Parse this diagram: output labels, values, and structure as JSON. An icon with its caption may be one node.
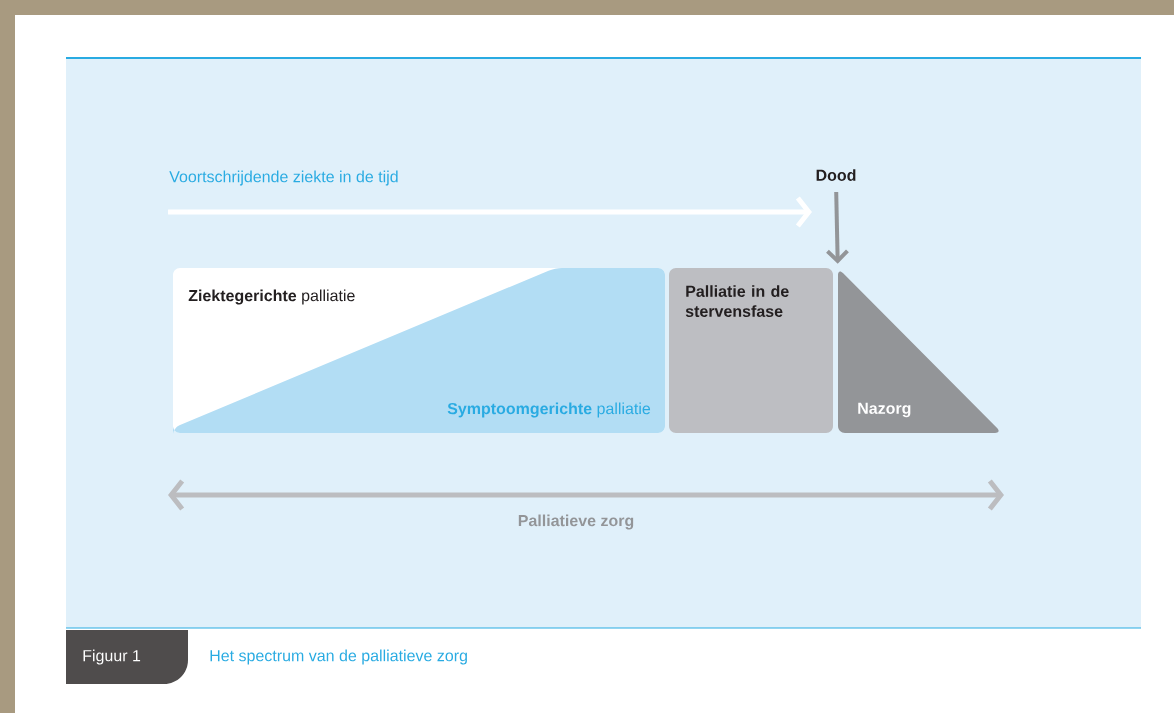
{
  "diagram": {
    "caption": "Het spectrum van de palliatieve zorg",
    "nodes": [
      {
        "text": [
          "**Ziektegerichte** palliatie",
          "**Symptoomgerichte** palliatie"
        ]
      },
      {
        "text": [
          "Palliatie in de stervensfase"
        ]
      },
      {
        "text": [
          "Nazorg"
        ]
      },
      {
        "text": [
          "Dood"
        ]
      }
    ],
    "edges": [
      {
        "from": 3,
        "to": 2,
        "arrow": "to"
      }
    ],
    "labels": [
      "Voortschrijdende ziekte in de tijd",
      "Palliatieve zorg",
      "Figuur 1"
    ]
  }
}
